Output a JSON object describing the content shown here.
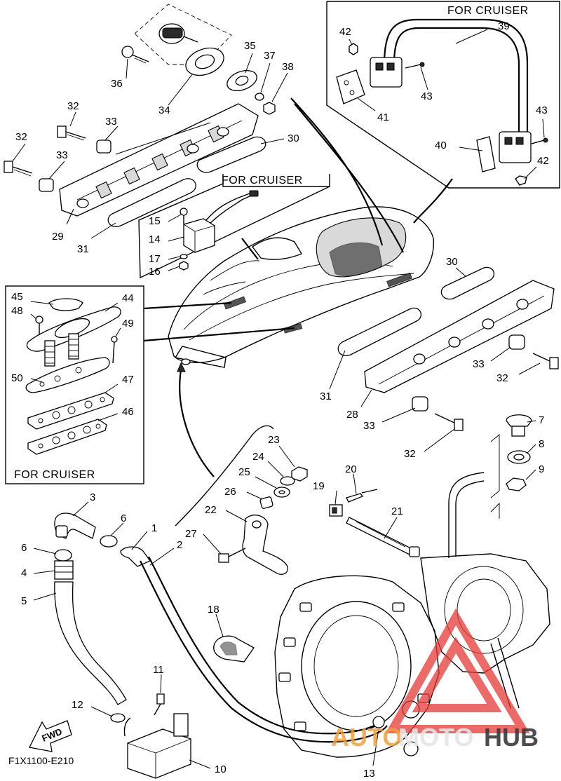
{
  "boxes": {
    "top_right_title": "FOR CRUISER",
    "middle_title": "FOR CRUISER",
    "left_title": "FOR CRUISER"
  },
  "fwd_arrow": "FWD",
  "drawing_code": "F1X1100-E210",
  "watermark": {
    "part_a": "AUTO",
    "part_b": "MOTO",
    "part_c": "HUB"
  },
  "parts": {
    "n1": "1",
    "n2": "2",
    "n3": "3",
    "n4": "4",
    "n5": "5",
    "n6a": "6",
    "n6b": "6",
    "n7": "7",
    "n8": "8",
    "n9": "9",
    "n10": "10",
    "n11": "11",
    "n12": "12",
    "n13": "13",
    "n14": "14",
    "n15": "15",
    "n16": "16",
    "n17": "17",
    "n18": "18",
    "n19": "19",
    "n20": "20",
    "n21": "21",
    "n22": "22",
    "n23": "23",
    "n24": "24",
    "n25": "25",
    "n26": "26",
    "n27": "27",
    "n28": "28",
    "n29": "29",
    "n30a": "30",
    "n30b": "30",
    "n31a": "31",
    "n31b": "31",
    "n32a": "32",
    "n32b": "32",
    "n32c": "32",
    "n32d": "32",
    "n33a": "33",
    "n33b": "33",
    "n33c": "33",
    "n33d": "33",
    "n34": "34",
    "n35": "35",
    "n36": "36",
    "n37": "37",
    "n38": "38",
    "n39": "39",
    "n40": "40",
    "n41": "41",
    "n42a": "42",
    "n42b": "42",
    "n43a": "43",
    "n43b": "43",
    "n44": "44",
    "n45": "45",
    "n46": "46",
    "n47": "47",
    "n48": "48",
    "n49": "49",
    "n50": "50"
  }
}
